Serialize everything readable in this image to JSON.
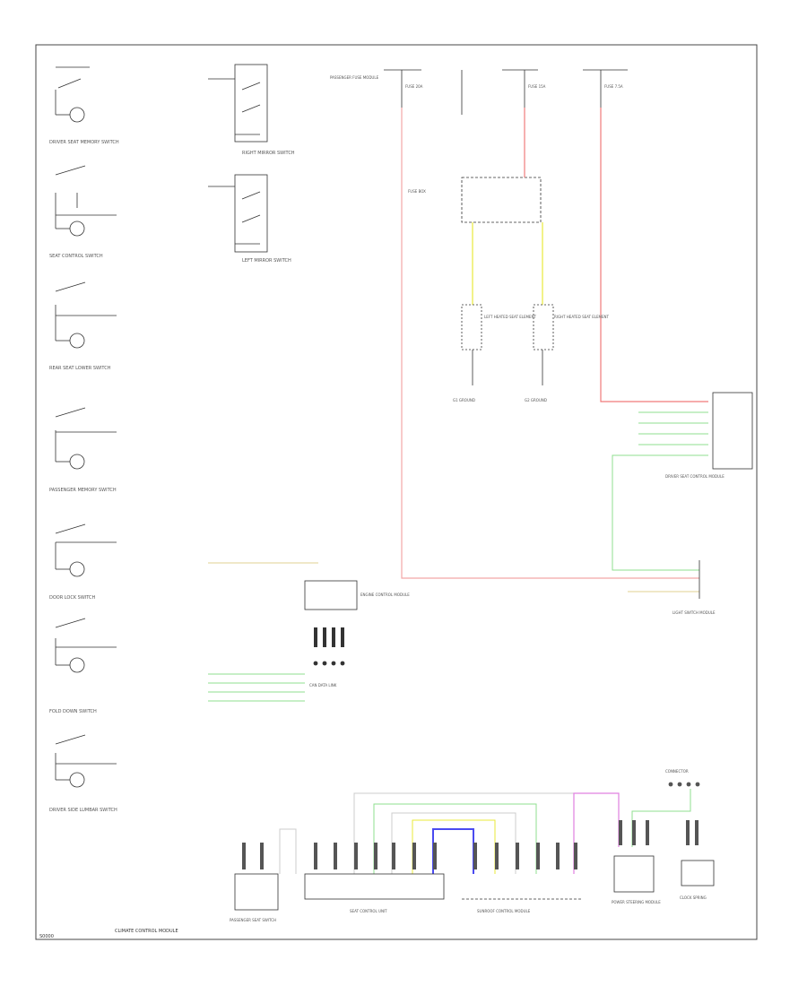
{
  "labels": {
    "left_switches": [
      "DRIVER SEAT MEMORY SWITCH",
      "SEAT CONTROL SWITCH",
      "REAR SEAT LOWER SWITCH",
      "PASSENGER MEMORY SWITCH",
      "DOOR LOCK SWITCH",
      "FOLD DOWN SWITCH",
      "DRIVER SIDE LUMBAR SWITCH"
    ],
    "mirror_switches": [
      "RIGHT MIRROR SWITCH",
      "LEFT MIRROR SWITCH"
    ],
    "top_fuses": [
      "FUSE 20A",
      "FUSE 15A",
      "FUSE 7.5A"
    ],
    "passenger_module": "PASSENGER FUSE MODULE",
    "fuse_box": "FUSE BOX",
    "left_heater": "LEFT HEATED SEAT ELEMENT",
    "right_heater": "RIGHT HEATED SEAT ELEMENT",
    "left_ground": "G1 GROUND",
    "right_ground": "G2 GROUND",
    "driver_module": "DRIVER SEAT CONTROL MODULE",
    "light_switch": "LIGHT SWITCH MODULE",
    "engine_module": "ENGINE CONTROL MODULE",
    "data_line_left": "CAN DATA LINK",
    "bottom_modules": [
      "CLIMATE CONTROL MODULE",
      "PASSENGER SEAT SWITCH",
      "SEAT CONTROL UNIT",
      "SUNROOF CONTROL MODULE",
      "POWER STEERING MODULE",
      "CLOCK SPRING"
    ],
    "bottom_connector": "CONNECTOR",
    "page_code": "S0000"
  },
  "colors": {
    "red_wire": "#f07a7a",
    "pink_wire": "#f2a7a7",
    "yellow_wire": "#eaea3a",
    "green_wire": "#8fdf8f",
    "blue_wire": "#4a4af0",
    "magenta_wire": "#e080e0",
    "tan_wire": "#e6d9a8",
    "line": "#333333"
  }
}
